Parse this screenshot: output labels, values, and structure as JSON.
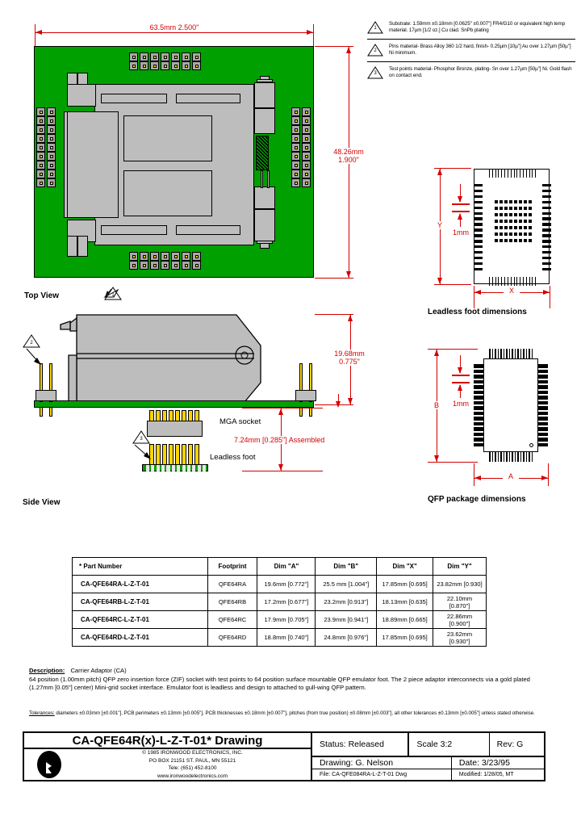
{
  "notes": [
    {
      "num": "1",
      "text": "Substrate: 1.59mm ±0.18mm [0.0625\" ±0.007\"] FR4/G10 or equivalent high temp material. 17µm [1/2 oz.] Cu clad. SnPb plating"
    },
    {
      "num": "2",
      "text": "Pins material- Brass Alloy 360 1/2 hard, finish- 0.25µm [10µ\"] Au over 1.27µm [50µ\"] Ni minimum."
    },
    {
      "num": "3",
      "text": "Test points material- Phosphor Bronze, plating- Sn over 1.27µm [50µ\"] Ni. Gold flash on contact end."
    }
  ],
  "top_view": {
    "label": "Top View",
    "width_dim": "63.5mm  2.500\"",
    "height_dim_line1": "48.26mm",
    "height_dim_line2": "1.900\"",
    "callout": "1"
  },
  "side_view": {
    "label": "Side View",
    "height_dim_line1": "19.68mm",
    "height_dim_line2": "0.775\"",
    "assembled_dim": "7.24mm [0.285\"] Assembled",
    "mga_socket_label": "MGA socket",
    "leadless_foot_label": "Leadless foot",
    "callout_pins": "2",
    "callout_testpoints": "3"
  },
  "leadless_foot": {
    "caption": "Leadless foot dimensions",
    "dim_y": "Y",
    "dim_x": "X",
    "pitch": "1mm"
  },
  "qfp_package": {
    "caption": "QFP package dimensions",
    "dim_b": "B",
    "dim_a": "A",
    "pitch": "1mm"
  },
  "table": {
    "headers": [
      "* Part Number",
      "Footprint",
      "Dim \"A\"",
      "Dim \"B\"",
      "Dim \"X\"",
      "Dim \"Y\""
    ],
    "rows": [
      [
        "CA-QFE64RA-L-Z-T-01",
        "QFE64RA",
        "19.6mm [0.772\"]",
        "25.5 mm [1.004\"]",
        "17.85mm [0.695]",
        "23.82mm [0.930]"
      ],
      [
        "CA-QFE64RB-L-Z-T-01",
        "QFE64RB",
        "17.2mm [0.677\"]",
        "23.2mm [0.913\"]",
        "18.13mm [0.635]",
        "22.10mm [0.870\"]"
      ],
      [
        "CA-QFE64RC-L-Z-T-01",
        "QFE64RC",
        "17.9mm [0.705\"]",
        "23.9mm [0.941\"]",
        "18.89mm [0.665]",
        "22.86mm [0.900\"]"
      ],
      [
        "CA-QFE64RD-L-Z-T-01",
        "QFE64RD",
        "18.8mm [0.740\"]",
        "24.8mm [0.976\"]",
        "17.85mm [0.695]",
        "23.62mm [0.930\"]"
      ]
    ]
  },
  "description": {
    "heading": "Description:",
    "subject": "Carrier Adaptor (CA)",
    "body": "64 position (1.00mm pitch) QFP zero insertion force (ZIF) socket with test points to 64 position surface mountable QFP emulator foot.   The 2 piece adaptor interconnects via a gold plated (1.27mm [0.05\"] center) Mini-grid socket interface. Emulator foot is leadless and design to attached to gull-wing QFP pattern."
  },
  "tolerances": {
    "heading": "Tolerances:",
    "body": "diameters ±0.03mm [±0.001\"], PCB perimeters ±0.13mm [±0.005\"], PCB thicknesses ±0.18mm [±0.007\"], pitches (from true position) ±0.08mm [±0.003\"], all other tolerances ±0.13mm [±0.005\"] unless stated otherwise."
  },
  "title_block": {
    "title": "CA-QFE64R(x)-L-Z-T-01* Drawing",
    "status": "Status: Released",
    "scale": "Scale 3:2",
    "rev": "Rev: G",
    "drawing_by": "Drawing: G. Nelson",
    "date": "Date: 3/23/95",
    "file": "File: CA-QFE084RA-L-Z-T-01 Dwg",
    "modified": "Modified: 1/28/05, MT",
    "company_copyright": "© 1985 IRONWOOD ELECTRONICS, INC.",
    "company_address": "PO BOX 21151 ST. PAUL, MN  55121",
    "company_phone": "Tele: (651) 452-8100",
    "company_web": "www.ironwoodelectronics.com"
  },
  "colors": {
    "dimension_red": "#d40000",
    "pcb_green": "#00a000",
    "metal_grey": "#bdbdbd",
    "pin_gold": "#ffd400"
  }
}
